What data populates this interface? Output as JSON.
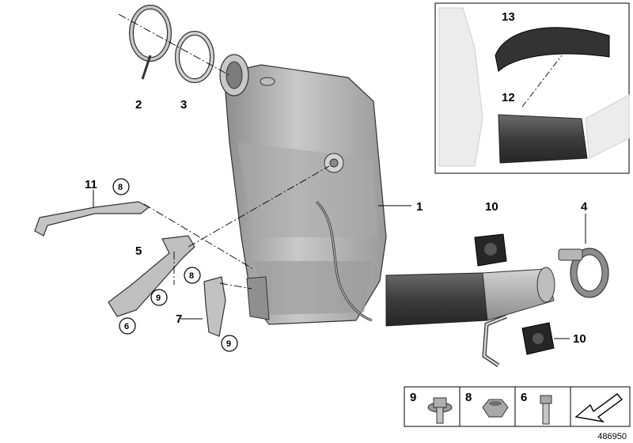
{
  "diagram": {
    "catalog_number": "486950",
    "callouts": {
      "c1": "1",
      "c2": "2",
      "c3": "3",
      "c4": "4",
      "c5": "5",
      "c6": "6",
      "c7": "7",
      "c8a": "8",
      "c8b": "8",
      "c9a": "9",
      "c9b": "9",
      "c10a": "10",
      "c10b": "10",
      "c11": "11",
      "c12": "12",
      "c13": "13"
    },
    "legend": {
      "k9": "9",
      "k8": "8",
      "k6": "6"
    }
  },
  "colors": {
    "part_fill": "#b9b9b9",
    "part_dark": "#4a4a4a",
    "outline": "#000000",
    "ghost": "#e2e2e2"
  }
}
